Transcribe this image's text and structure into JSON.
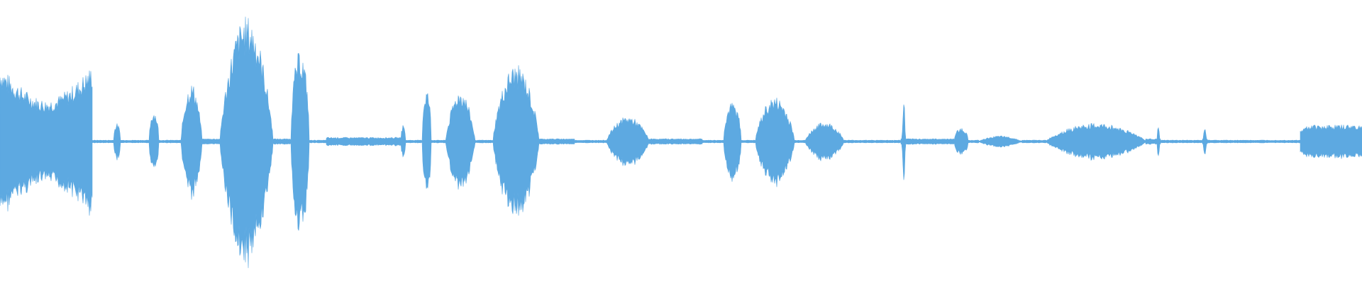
{
  "waveform": {
    "color": "#5DA9E1",
    "background": "#FFFFFF",
    "duration_seconds": 1920,
    "peak_amplitude": 1.0,
    "segments": [
      {
        "start": 0,
        "end": 130,
        "peak": 0.55,
        "floor": 0.3,
        "profile": "saddle"
      },
      {
        "start": 130,
        "end": 160,
        "peak": 0.01,
        "floor": 0.0,
        "profile": "flat"
      },
      {
        "start": 160,
        "end": 170,
        "peak": 0.13,
        "floor": 0.04,
        "profile": "burst"
      },
      {
        "start": 170,
        "end": 210,
        "peak": 0.01,
        "floor": 0.0,
        "profile": "flat"
      },
      {
        "start": 210,
        "end": 224,
        "peak": 0.22,
        "floor": 0.08,
        "profile": "burst"
      },
      {
        "start": 224,
        "end": 255,
        "peak": 0.01,
        "floor": 0.0,
        "profile": "flat"
      },
      {
        "start": 255,
        "end": 285,
        "peak": 0.42,
        "floor": 0.18,
        "profile": "hump"
      },
      {
        "start": 285,
        "end": 310,
        "peak": 0.02,
        "floor": 0.0,
        "profile": "flat"
      },
      {
        "start": 310,
        "end": 385,
        "peak": 0.9,
        "floor": 0.45,
        "profile": "hump"
      },
      {
        "start": 385,
        "end": 410,
        "peak": 0.02,
        "floor": 0.0,
        "profile": "flat"
      },
      {
        "start": 410,
        "end": 436,
        "peak": 0.65,
        "floor": 0.2,
        "profile": "burst"
      },
      {
        "start": 436,
        "end": 460,
        "peak": 0.01,
        "floor": 0.0,
        "profile": "flat"
      },
      {
        "start": 460,
        "end": 565,
        "peak": 0.03,
        "floor": 0.02,
        "profile": "flat"
      },
      {
        "start": 565,
        "end": 572,
        "peak": 0.12,
        "floor": 0.03,
        "profile": "burst"
      },
      {
        "start": 572,
        "end": 595,
        "peak": 0.01,
        "floor": 0.0,
        "profile": "flat"
      },
      {
        "start": 595,
        "end": 608,
        "peak": 0.38,
        "floor": 0.1,
        "profile": "burst"
      },
      {
        "start": 608,
        "end": 628,
        "peak": 0.01,
        "floor": 0.0,
        "profile": "flat"
      },
      {
        "start": 628,
        "end": 670,
        "peak": 0.37,
        "floor": 0.25,
        "profile": "hump"
      },
      {
        "start": 670,
        "end": 695,
        "peak": 0.01,
        "floor": 0.0,
        "profile": "flat"
      },
      {
        "start": 695,
        "end": 760,
        "peak": 0.55,
        "floor": 0.2,
        "profile": "hump"
      },
      {
        "start": 760,
        "end": 810,
        "peak": 0.02,
        "floor": 0.01,
        "profile": "flat"
      },
      {
        "start": 810,
        "end": 855,
        "peak": 0.01,
        "floor": 0.0,
        "profile": "flat"
      },
      {
        "start": 855,
        "end": 915,
        "peak": 0.18,
        "floor": 0.08,
        "profile": "hump"
      },
      {
        "start": 915,
        "end": 990,
        "peak": 0.02,
        "floor": 0.01,
        "profile": "flat"
      },
      {
        "start": 990,
        "end": 1020,
        "peak": 0.01,
        "floor": 0.0,
        "profile": "flat"
      },
      {
        "start": 1020,
        "end": 1045,
        "peak": 0.28,
        "floor": 0.08,
        "profile": "burst"
      },
      {
        "start": 1045,
        "end": 1065,
        "peak": 0.01,
        "floor": 0.0,
        "profile": "flat"
      },
      {
        "start": 1065,
        "end": 1120,
        "peak": 0.32,
        "floor": 0.1,
        "profile": "hump"
      },
      {
        "start": 1120,
        "end": 1135,
        "peak": 0.01,
        "floor": 0.0,
        "profile": "flat"
      },
      {
        "start": 1135,
        "end": 1190,
        "peak": 0.14,
        "floor": 0.06,
        "profile": "hump"
      },
      {
        "start": 1190,
        "end": 1270,
        "peak": 0.01,
        "floor": 0.0,
        "profile": "flat"
      },
      {
        "start": 1270,
        "end": 1278,
        "peak": 0.28,
        "floor": 0.02,
        "profile": "spike"
      },
      {
        "start": 1278,
        "end": 1345,
        "peak": 0.02,
        "floor": 0.01,
        "profile": "flat"
      },
      {
        "start": 1345,
        "end": 1365,
        "peak": 0.1,
        "floor": 0.04,
        "profile": "burst"
      },
      {
        "start": 1365,
        "end": 1380,
        "peak": 0.01,
        "floor": 0.0,
        "profile": "flat"
      },
      {
        "start": 1380,
        "end": 1440,
        "peak": 0.04,
        "floor": 0.02,
        "profile": "hump"
      },
      {
        "start": 1440,
        "end": 1475,
        "peak": 0.01,
        "floor": 0.0,
        "profile": "flat"
      },
      {
        "start": 1475,
        "end": 1615,
        "peak": 0.13,
        "floor": 0.05,
        "profile": "hump"
      },
      {
        "start": 1615,
        "end": 1630,
        "peak": 0.02,
        "floor": 0.0,
        "profile": "flat"
      },
      {
        "start": 1630,
        "end": 1636,
        "peak": 0.1,
        "floor": 0.02,
        "profile": "spike"
      },
      {
        "start": 1636,
        "end": 1695,
        "peak": 0.01,
        "floor": 0.0,
        "profile": "flat"
      },
      {
        "start": 1695,
        "end": 1702,
        "peak": 0.1,
        "floor": 0.02,
        "profile": "spike"
      },
      {
        "start": 1702,
        "end": 1833,
        "peak": 0.01,
        "floor": 0.0,
        "profile": "flat"
      },
      {
        "start": 1833,
        "end": 1920,
        "peak": 0.12,
        "floor": 0.08,
        "profile": "plateau"
      }
    ]
  }
}
